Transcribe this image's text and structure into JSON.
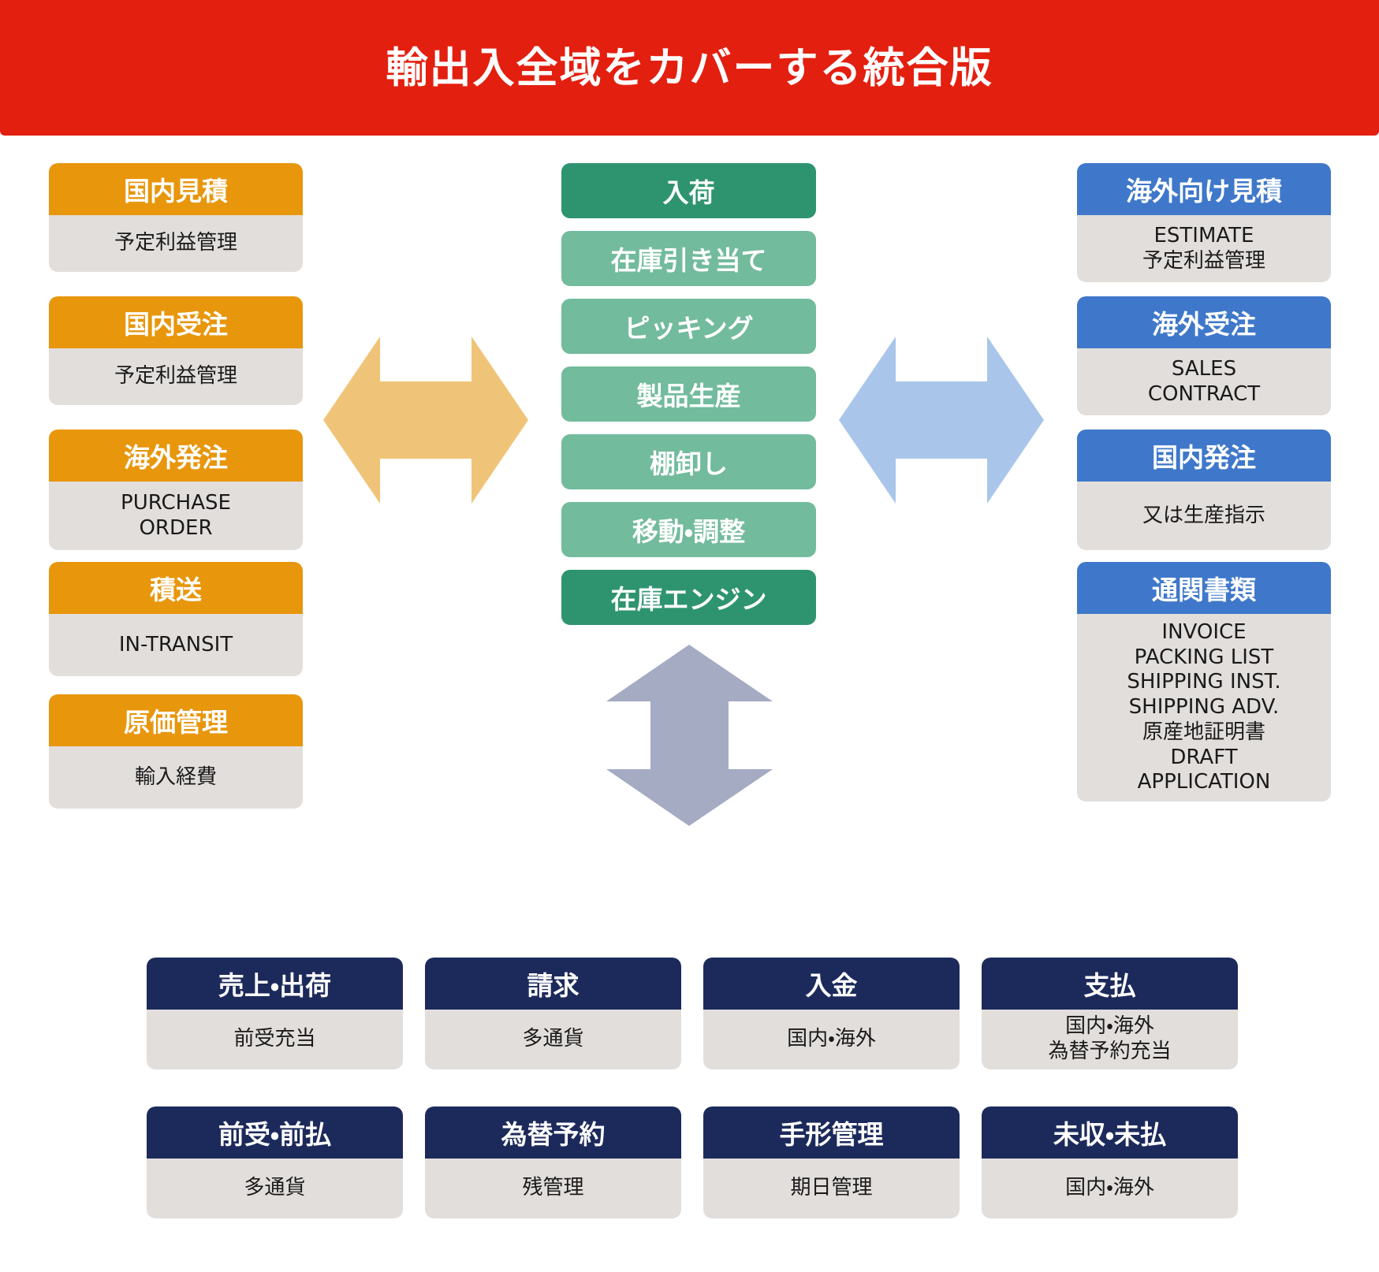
{
  "header": {
    "title": "輸出入全域をカバーする統合版",
    "background": "#e31f0f",
    "text_color": "#ffffff"
  },
  "colors": {
    "orange": "#e8960c",
    "blue": "#3f78ca",
    "navy": "#1c2a5b",
    "green_dark": "#2e9470",
    "green_light": "#72bb9c",
    "body_gray": "#e2dedc",
    "arrow_orange": "#f0c478",
    "arrow_blue": "#a9c6ea",
    "arrow_gray": "#a4abc2"
  },
  "left_column": {
    "cards": [
      {
        "title": "国内見積",
        "body": "予定利益管理"
      },
      {
        "title": "国内受注",
        "body": "予定利益管理"
      },
      {
        "title": "海外発注",
        "body": "PURCHASE\nORDER"
      },
      {
        "title": "積送",
        "body": "IN-TRANSIT"
      },
      {
        "title": "原価管理",
        "body": "輸入経費"
      }
    ]
  },
  "center_column": {
    "pills": [
      {
        "label": "入荷",
        "variant": "dark"
      },
      {
        "label": "在庫引き当て",
        "variant": "light"
      },
      {
        "label": "ピッキング",
        "variant": "light"
      },
      {
        "label": "製品生産",
        "variant": "light"
      },
      {
        "label": "棚卸し",
        "variant": "light"
      },
      {
        "label": "移動・調整",
        "variant": "light"
      },
      {
        "label": "在庫エンジン",
        "variant": "dark"
      }
    ]
  },
  "right_column": {
    "cards": [
      {
        "title": "海外向け見積",
        "body": "ESTIMATE\n予定利益管理"
      },
      {
        "title": "海外受注",
        "body": "SALES\nCONTRACT"
      },
      {
        "title": "国内発注",
        "body": "又は生産指示"
      },
      {
        "title": "通関書類",
        "body": "INVOICE\nPACKING LIST\nSHIPPING INST.\nSHIPPING ADV.\n原産地証明書\nDRAFT\nAPPLICATION"
      }
    ]
  },
  "bottom_rows": [
    [
      {
        "title": "売上・出荷",
        "body": "前受充当"
      },
      {
        "title": "請求",
        "body": "多通貨"
      },
      {
        "title": "入金",
        "body": "国内・海外"
      },
      {
        "title": "支払",
        "body": "国内・海外\n為替予約充当"
      }
    ],
    [
      {
        "title": "前受・前払",
        "body": "多通貨"
      },
      {
        "title": "為替予約",
        "body": "残管理"
      },
      {
        "title": "手形管理",
        "body": "期日管理"
      },
      {
        "title": "未収・未払",
        "body": "国内・海外"
      }
    ]
  ],
  "arrows": {
    "left": {
      "name": "double-arrow-horizontal-left",
      "color": "#f0c478"
    },
    "right": {
      "name": "double-arrow-horizontal-right",
      "color": "#a9c6ea"
    },
    "bottom": {
      "name": "double-arrow-vertical",
      "color": "#a4abc2"
    }
  }
}
